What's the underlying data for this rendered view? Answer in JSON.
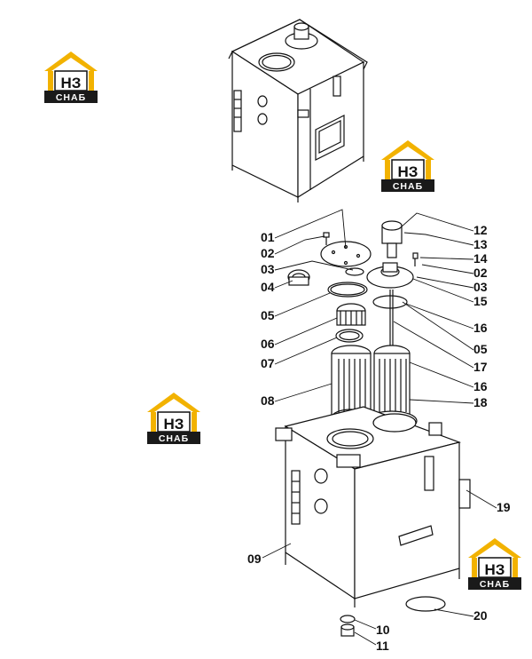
{
  "watermark": {
    "brand_top": "НЗ",
    "brand_bottom": "СНАБ",
    "colors": {
      "roof": "#f2b200",
      "bar": "#1a1a1a"
    }
  },
  "callouts": [
    {
      "id": "01",
      "text": "01"
    },
    {
      "id": "02a",
      "text": "02"
    },
    {
      "id": "03a",
      "text": "03"
    },
    {
      "id": "04",
      "text": "04"
    },
    {
      "id": "05a",
      "text": "05"
    },
    {
      "id": "06",
      "text": "06"
    },
    {
      "id": "07",
      "text": "07"
    },
    {
      "id": "08",
      "text": "08"
    },
    {
      "id": "09",
      "text": "09"
    },
    {
      "id": "10",
      "text": "10"
    },
    {
      "id": "11",
      "text": "11"
    },
    {
      "id": "12",
      "text": "12"
    },
    {
      "id": "13",
      "text": "13"
    },
    {
      "id": "14",
      "text": "14"
    },
    {
      "id": "02b",
      "text": "02"
    },
    {
      "id": "03b",
      "text": "03"
    },
    {
      "id": "15",
      "text": "15"
    },
    {
      "id": "16a",
      "text": "16"
    },
    {
      "id": "05b",
      "text": "05"
    },
    {
      "id": "17",
      "text": "17"
    },
    {
      "id": "16b",
      "text": "16"
    },
    {
      "id": "18",
      "text": "18"
    },
    {
      "id": "19",
      "text": "19"
    },
    {
      "id": "20",
      "text": "20"
    }
  ]
}
